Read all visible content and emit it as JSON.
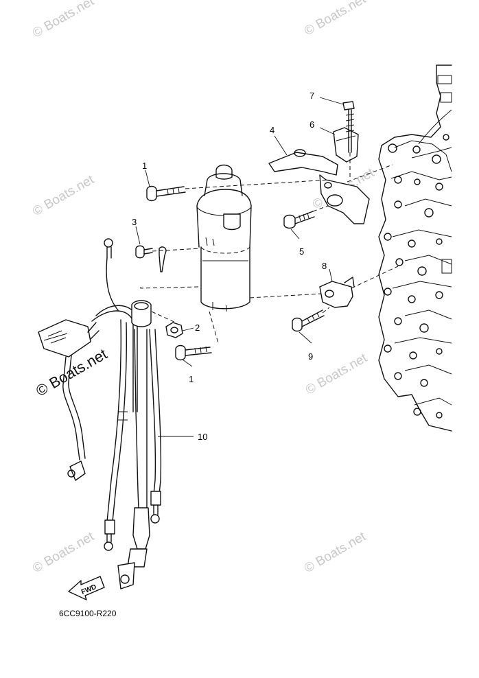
{
  "watermark": {
    "text": "© Boats.net",
    "prominent_text": "© Boats.net"
  },
  "callouts": {
    "c1a": "1",
    "c1b": "1",
    "c2": "2",
    "c3": "3",
    "c4": "4",
    "c5": "5",
    "c6": "6",
    "c7": "7",
    "c8": "8",
    "c9": "9",
    "c10": "10"
  },
  "fwd_label": "FWD",
  "diagram_code": "6CC9100-R220"
}
